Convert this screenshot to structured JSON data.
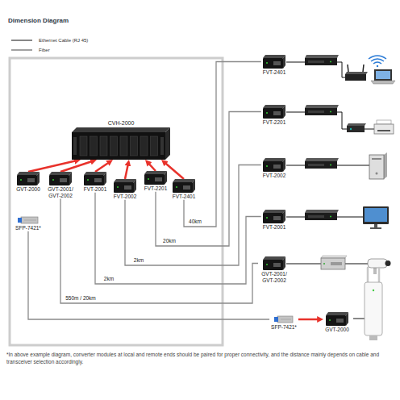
{
  "diagram": {
    "title": "Dimension Diagram",
    "nodes": [
      {
        "text": [
          "CVH-2000"
        ]
      },
      {
        "text": [
          "GVT-2000"
        ]
      },
      {
        "text": [
          "GVT-2001/ GVT-2002"
        ]
      },
      {
        "text": [
          "FVT-2001"
        ]
      },
      {
        "text": [
          "FVT-2002"
        ]
      },
      {
        "text": [
          "FVT-2201"
        ]
      },
      {
        "text": [
          "FVT-2401"
        ]
      },
      {
        "text": [
          "SFP-7421*"
        ]
      },
      {
        "text": [
          "FVT-2401"
        ]
      },
      {
        "text": [
          "FVT-2201"
        ]
      },
      {
        "text": [
          "FVT-2002"
        ]
      },
      {
        "text": [
          "FVT-2001"
        ]
      },
      {
        "text": [
          "GVT-2001/ GVT-2002"
        ]
      },
      {
        "text": [
          "SFP-7421*"
        ]
      },
      {
        "text": [
          "GVT-2000"
        ]
      }
    ],
    "edges": [
      {
        "from": 1,
        "to": 0,
        "arrow": "to"
      },
      {
        "from": 2,
        "to": 0,
        "arrow": "to"
      },
      {
        "from": 3,
        "to": 0,
        "arrow": "to"
      },
      {
        "from": 4,
        "to": 0,
        "arrow": "to"
      },
      {
        "from": 5,
        "to": 0,
        "arrow": "to"
      },
      {
        "from": 6,
        "to": 0,
        "arrow": "to"
      },
      {
        "from": 6,
        "to": 8,
        "arrow": "none",
        "label": "40km"
      },
      {
        "from": 5,
        "to": 9,
        "arrow": "none",
        "label": "20km"
      },
      {
        "from": 4,
        "to": 10,
        "arrow": "none",
        "label": "2km"
      },
      {
        "from": 3,
        "to": 11,
        "arrow": "none",
        "label": "2km"
      },
      {
        "from": 2,
        "to": 12,
        "arrow": "none",
        "label": "550m / 20km"
      },
      {
        "from": 7,
        "to": 13,
        "arrow": "none"
      },
      {
        "from": 13,
        "to": 14,
        "arrow": "to"
      }
    ],
    "labels": [
      "*In above example diagram, converter modules at local and remote ends should be paired for proper connectivity, and the distance mainly depends on cable and transceiver selection accordingly."
    ],
    "legend": [
      {
        "text": "Ethernet Cable (RJ 45)"
      },
      {
        "text": "Fiber"
      }
    ]
  }
}
